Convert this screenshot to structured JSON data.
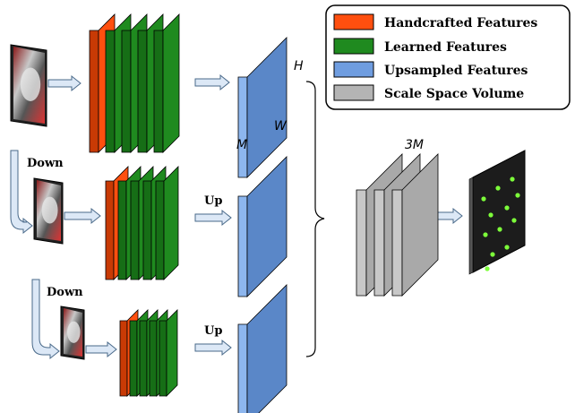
{
  "legend": {
    "items": [
      {
        "label": "Handcrafted Features",
        "color": "#ff4f0f"
      },
      {
        "label": "Learned Features",
        "color": "#1f8a1f"
      },
      {
        "label": "Upsampled Features",
        "color": "#6f9de0"
      },
      {
        "label": "Scale Space Volume",
        "color": "#b4b4b4"
      }
    ]
  },
  "labels": {
    "down": "Down",
    "up": "Up",
    "dim_h": "H",
    "dim_w": "W",
    "dim_m": "M",
    "dim_3m": "3M"
  },
  "colors": {
    "handcrafted_front": "#ff4f0f",
    "handcrafted_side": "#c83a05",
    "learned_front": "#1f8a1f",
    "learned_side": "#166e16",
    "upsampled_front": "#5a87c8",
    "upsampled_side": "#8db6ee",
    "scale_front": "#a9a9a9",
    "scale_side": "#c8c8c8",
    "arrow_fill": "#dce8f6",
    "arrow_stroke": "#4a6a8a",
    "keypoint": "#7dff3a"
  },
  "icons": {
    "input_image": "statue-photo",
    "output_image": "keypoint-map"
  }
}
